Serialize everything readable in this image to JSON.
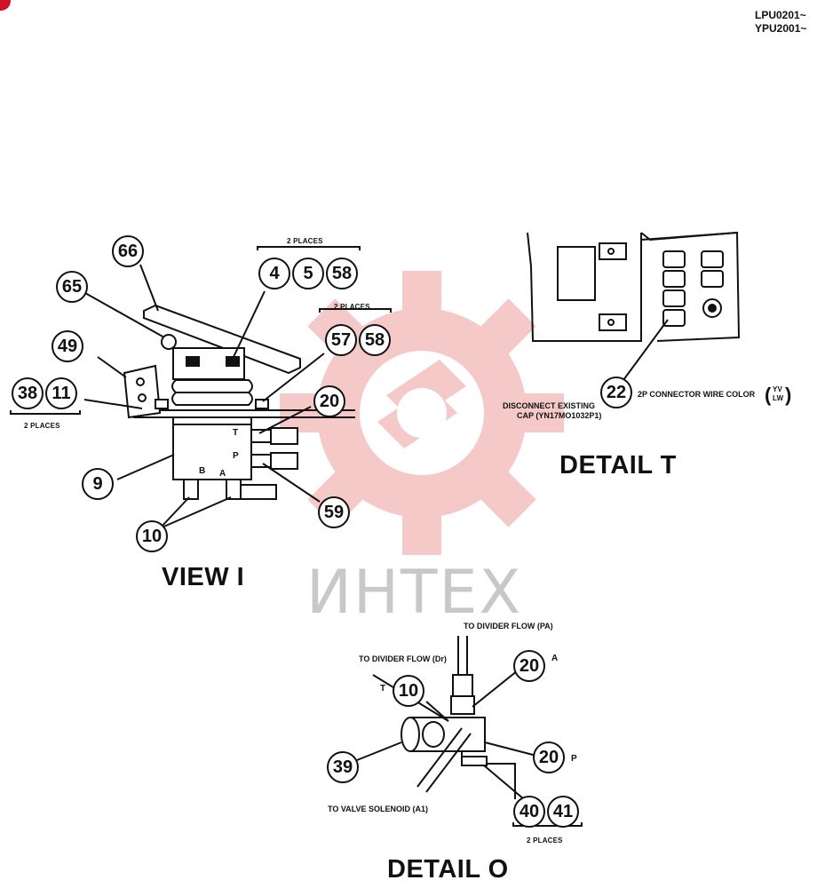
{
  "serials": [
    "LPU0201~",
    "YPU2001~"
  ],
  "titles": {
    "view_i": "VIEW I",
    "detail_t": "DETAIL  T",
    "detail_o": "DETAIL O"
  },
  "notes": {
    "two_places": "2 PLACES",
    "disconnect_line1": "DISCONNECT EXISTING",
    "disconnect_line2": "CAP (YN17MO1032P1)",
    "connector": "2P CONNECTOR WIRE COLOR",
    "wire_colors": [
      "YV",
      "LW"
    ],
    "to_divider_pa": "TO DIVIDER FLOW (PA)",
    "to_divider_dr": "TO DIVIDER FLOW (Dr)",
    "to_valve_solenoid": "TO VALVE SOLENOID (A1)"
  },
  "ports": {
    "t": "T",
    "p": "P",
    "b": "B",
    "a": "A"
  },
  "callouts": {
    "view_i": [
      "66",
      "65",
      "4",
      "5",
      "58",
      "57",
      "58",
      "49",
      "38",
      "11",
      "20",
      "9",
      "59",
      "10"
    ],
    "detail_t": [
      "22"
    ],
    "detail_o": [
      "20",
      "10",
      "39",
      "20",
      "40",
      "41"
    ]
  },
  "watermark": "ИНТЕХ",
  "colors": {
    "watermark_gear": "#f4b8b8",
    "line": "#111111"
  }
}
